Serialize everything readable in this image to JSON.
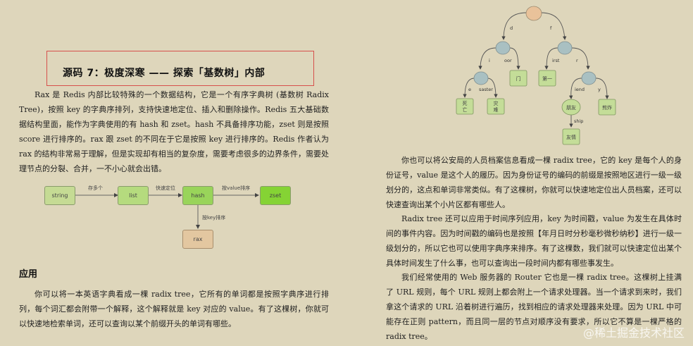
{
  "left_page": {
    "title": "源码 7：极度深寒 —— 探索「基数树」内部",
    "intro_paragraph": "Rax 是 Redis 内部比较特殊的一个数据结构，它是一个有序字典树 (基数树 Radix Tree)，按照 key 的字典序排列，支持快速地定位、插入和删除操作。Redis 五大基础数据结构里面，能作为字典使用的有 hash 和 zset。hash 不具备排序功能，zset 则是按照 score 进行排序的。rax 跟 zset 的不同在于它是按照 key 进行排序的。Redis 作者认为 rax 的结构非常易于理解，但是实现却有相当的复杂度，需要考虑很多的边界条件，需要处理节点的分裂、合并，一不小心就会出错。",
    "flow_diagram": {
      "nodes": {
        "string": "string",
        "list": "list",
        "hash": "hash",
        "zset": "zset",
        "rax": "rax"
      },
      "edges": {
        "string_list": "存多个",
        "list_hash": "快速定位",
        "hash_zset": "按value排序",
        "hash_rax": "按key排序"
      },
      "colors": {
        "string": "#c5db94",
        "list": "#b5db7e",
        "hash": "#99d45a",
        "zset": "#85d334",
        "rax": "#e3c7a0"
      }
    },
    "section_heading": "应用",
    "application_paragraph": "你可以将一本英语字典看成一棵 radix tree，它所有的单词都是按照字典序进行排列，每个词汇都会附带一个解释，这个解释就是 key 对应的 value。有了这棵树，你就可以快速地检索单词，还可以查询以某个前缀开头的单词有哪些。"
  },
  "right_page": {
    "tree_diagram": {
      "edge_labels": {
        "d": "d",
        "f": "f",
        "i": "i",
        "oor": "oor",
        "irst": "irst",
        "r": "r",
        "e": "e",
        "saster": "saster",
        "iend": "iend",
        "y": "y",
        "ship": "ship"
      },
      "leaf_labels": {
        "men": "门",
        "diyi": "第一",
        "siwang_1": "死",
        "siwang_2": "亡",
        "zainan_1": "灾",
        "zainan_2": "难",
        "pengyou": "朋友",
        "jianzha": "煎炸",
        "youqing": "友情"
      },
      "colors": {
        "root": "#e9c29a",
        "inner": "#a9c0c2",
        "leaf": "#c4dd98"
      }
    },
    "paragraphs": [
      "你也可以将公安局的人员档案信息看成一棵 radix tree，它的 key 是每个人的身份证号，value 是这个人的履历。因为身份证号的编码的前缀是按照地区进行一级一级划分的，这点和单词非常类似。有了这棵树，你就可以快速地定位出人员档案，还可以快速查询出某个小片区都有哪些人。",
      "Radix tree 还可以应用于时间序列应用，key 为时间戳，value 为发生在具体时间的事件内容。因为时间戳的编码也是按照【年月日时分秒毫秒微秒纳秒】进行一级一级划分的，所以它也可以使用字典序来排序。有了这棵数，我们就可以快速定位出某个具体时间发生了什么事，也可以查询出一段时间内都有哪些事发生。",
      "我们经常使用的 Web 服务器的 Router 它也是一棵 radix tree。这棵树上挂满了 URL 规则，每个 URL 规则上都会附上一个请求处理器。当一个请求到来时，我们拿这个请求的 URL 沿着树进行遍历，找到相应的请求处理器来处理。因为 URL 中可能存在正则 pattern，而且同一层的节点对顺序没有要求，所以它不算是一棵严格的 radix tree。"
    ]
  },
  "watermark": "@稀土掘金技术社区"
}
